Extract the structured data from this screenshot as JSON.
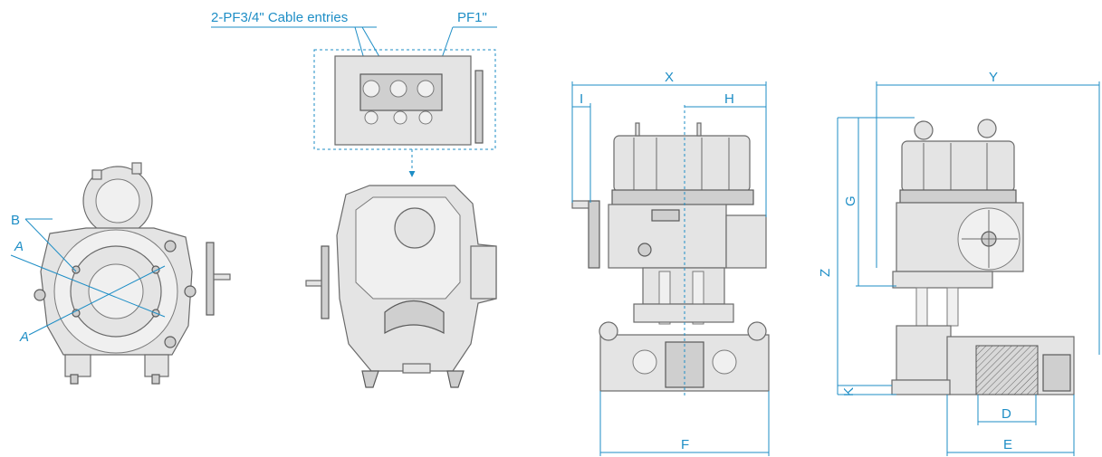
{
  "callouts": {
    "cable_entries": "2-PF3/4\" Cable entries",
    "pf1": "PF1\""
  },
  "views": {
    "front": {
      "label_b": "B",
      "label_a_top": "A",
      "label_a_bottom": "A"
    },
    "side_view": {
      "x": "X",
      "h": "H",
      "i": "I",
      "f": "F"
    },
    "end_view": {
      "y": "Y",
      "g": "G",
      "z": "Z",
      "k": "K",
      "d": "D",
      "e": "E"
    }
  },
  "colors": {
    "dimension": "#1e8ec6",
    "outline": "#6a6a6a",
    "body": "#e4e4e4"
  }
}
